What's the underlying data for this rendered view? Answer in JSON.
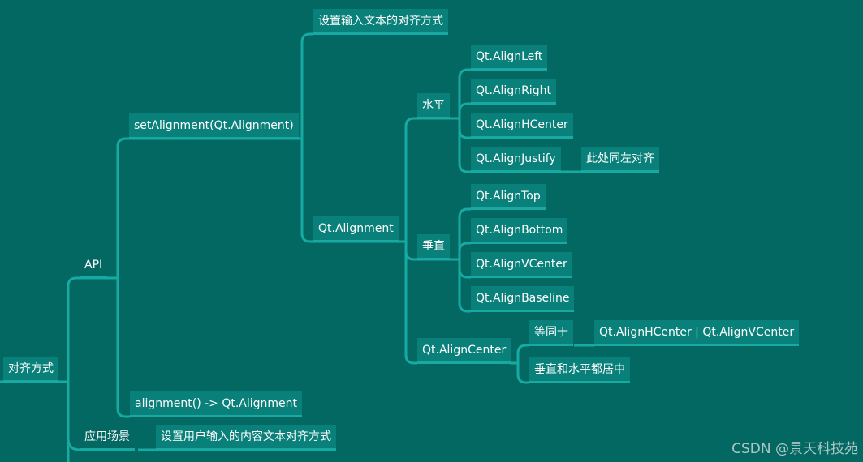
{
  "mindmap": {
    "root": "对齐方式",
    "api": "API",
    "set_alignment": "setAlignment(Qt.Alignment)",
    "set_desc": "设置输入文本的对齐方式",
    "qt_alignment": "Qt.Alignment",
    "horizontal": "水平",
    "h_left": "Qt.AlignLeft",
    "h_right": "Qt.AlignRight",
    "h_center": "Qt.AlignHCenter",
    "h_justify": "Qt.AlignJustify",
    "h_justify_note": "此处同左对齐",
    "vertical": "垂直",
    "v_top": "Qt.AlignTop",
    "v_bottom": "Qt.AlignBottom",
    "v_center": "Qt.AlignVCenter",
    "v_baseline": "Qt.AlignBaseline",
    "align_center": "Qt.AlignCenter",
    "equals": "等同于",
    "equals_value": "Qt.AlignHCenter | Qt.AlignVCenter",
    "center_desc": "垂直和水平都居中",
    "get_alignment": "alignment() -> Qt.Alignment",
    "scenario": "应用场景",
    "scenario_desc": "设置用户输入的内容文本对齐方式"
  },
  "watermark": "CSDN @景天科技苑",
  "colors": {
    "background": "#036762",
    "node": "#0a807a",
    "line": "#17aaa3"
  }
}
